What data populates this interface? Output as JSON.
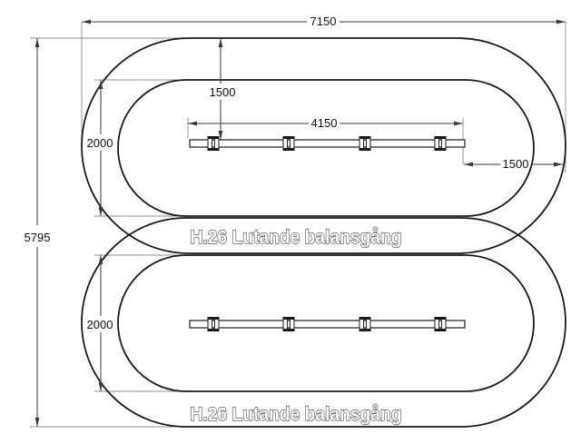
{
  "labels": {
    "upper": "H.26 Lutande balansgång",
    "lower": "H.26 Lutande balansgång"
  },
  "dimensions": {
    "overall_width": "7150",
    "overall_height": "5795",
    "beam_to_top": "1500",
    "zone_height_upper": "2000",
    "beam_length": "4150",
    "beam_to_right": "1500",
    "zone_height_lower": "2000"
  },
  "colors": {
    "line": "#1a1a1a",
    "dim_line": "#3a3a3a",
    "ext_line": "#8f8f8f",
    "label_fill": "#ffffff",
    "label_stroke": "#3c3c3c",
    "background": "#ffffff"
  }
}
